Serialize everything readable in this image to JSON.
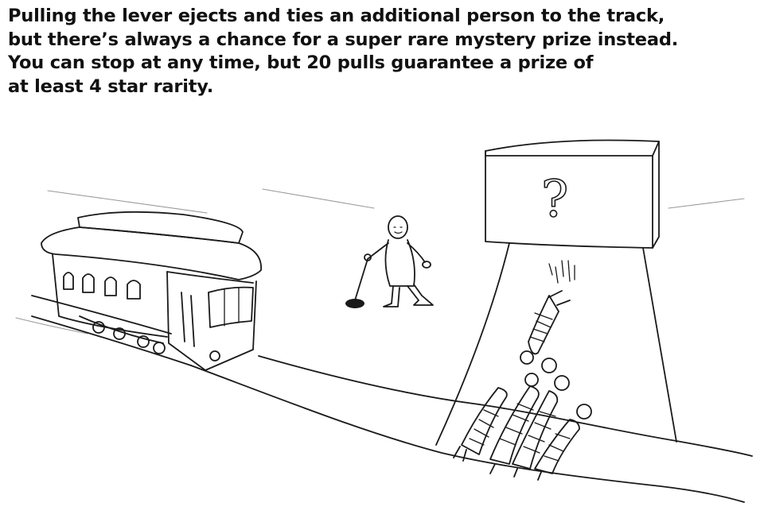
{
  "caption": {
    "lines": [
      "Pulling the lever ejects and ties an additional person to the track,",
      "but there’s always a chance for a super rare mystery prize instead.",
      "You can stop at any time, but 20 pulls guarantee a prize of",
      "at least 4 star rarity."
    ]
  },
  "illustration": {
    "mystery_box_symbol": "?",
    "icons": [
      "trolley-icon",
      "lever-person-icon",
      "lever-icon",
      "mystery-box-icon",
      "tied-people-icon"
    ]
  }
}
